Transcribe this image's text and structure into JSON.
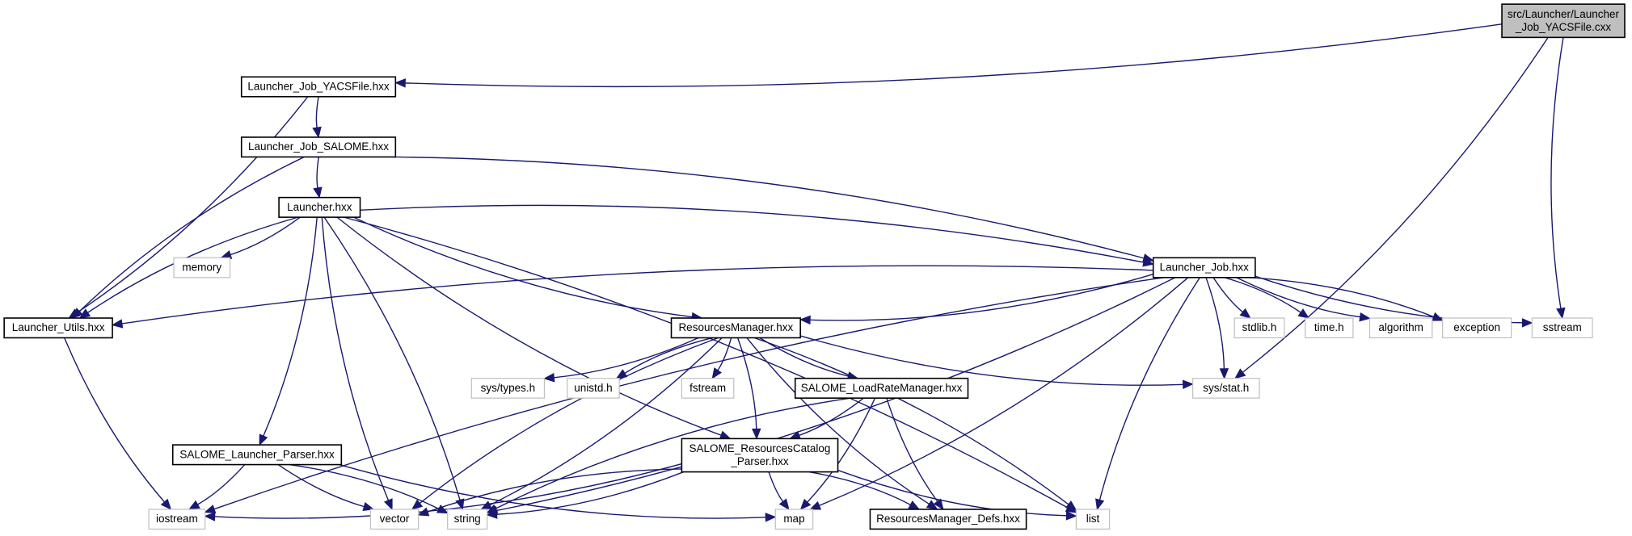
{
  "diagram": {
    "type": "include-dependency-graph",
    "colors": {
      "edge": "#191970",
      "root_fill": "#bfbfbf",
      "project_border": "#000000",
      "system_border": "#bfbfbf",
      "node_fill": "#ffffff"
    },
    "nodes": [
      {
        "id": "root",
        "kind": "root",
        "lines": [
          "src/Launcher/Launcher",
          "_Job_YACSFile.cxx"
        ]
      },
      {
        "id": "job_yacsfile_hxx",
        "kind": "project",
        "lines": [
          "Launcher_Job_YACSFile.hxx"
        ]
      },
      {
        "id": "job_salome_hxx",
        "kind": "project",
        "lines": [
          "Launcher_Job_SALOME.hxx"
        ]
      },
      {
        "id": "launcher_hxx",
        "kind": "project",
        "lines": [
          "Launcher.hxx"
        ]
      },
      {
        "id": "launcher_job_hxx",
        "kind": "project",
        "lines": [
          "Launcher_Job.hxx"
        ]
      },
      {
        "id": "launcher_utils_hxx",
        "kind": "project",
        "lines": [
          "Launcher_Utils.hxx"
        ]
      },
      {
        "id": "memory",
        "kind": "system",
        "lines": [
          "memory"
        ]
      },
      {
        "id": "resources_manager_hxx",
        "kind": "project",
        "lines": [
          "ResourcesManager.hxx"
        ]
      },
      {
        "id": "stdlib_h",
        "kind": "system",
        "lines": [
          "stdlib.h"
        ]
      },
      {
        "id": "time_h",
        "kind": "system",
        "lines": [
          "time.h"
        ]
      },
      {
        "id": "algorithm",
        "kind": "system",
        "lines": [
          "algorithm"
        ]
      },
      {
        "id": "exception",
        "kind": "system",
        "lines": [
          "exception"
        ]
      },
      {
        "id": "sstream",
        "kind": "system",
        "lines": [
          "sstream"
        ]
      },
      {
        "id": "sys_types_h",
        "kind": "system",
        "lines": [
          "sys/types.h"
        ]
      },
      {
        "id": "unistd_h",
        "kind": "system",
        "lines": [
          "unistd.h"
        ]
      },
      {
        "id": "fstream",
        "kind": "system",
        "lines": [
          "fstream"
        ]
      },
      {
        "id": "load_rate_manager_hxx",
        "kind": "project",
        "lines": [
          "SALOME_LoadRateManager.hxx"
        ]
      },
      {
        "id": "sys_stat_h",
        "kind": "system",
        "lines": [
          "sys/stat.h"
        ]
      },
      {
        "id": "launcher_parser_hxx",
        "kind": "project",
        "lines": [
          "SALOME_Launcher_Parser.hxx"
        ]
      },
      {
        "id": "catalog_parser_hxx",
        "kind": "project",
        "lines": [
          "SALOME_ResourcesCatalog",
          "_Parser.hxx"
        ]
      },
      {
        "id": "iostream",
        "kind": "system",
        "lines": [
          "iostream"
        ]
      },
      {
        "id": "vector",
        "kind": "system",
        "lines": [
          "vector"
        ]
      },
      {
        "id": "string",
        "kind": "system",
        "lines": [
          "string"
        ]
      },
      {
        "id": "map",
        "kind": "system",
        "lines": [
          "map"
        ]
      },
      {
        "id": "resources_manager_defs_hxx",
        "kind": "project",
        "lines": [
          "ResourcesManager_Defs.hxx"
        ]
      },
      {
        "id": "list",
        "kind": "system",
        "lines": [
          "list"
        ]
      }
    ],
    "edges": [
      {
        "from": "root",
        "to": "job_yacsfile_hxx"
      },
      {
        "from": "root",
        "to": "sstream"
      },
      {
        "from": "root",
        "to": "sys_stat_h"
      },
      {
        "from": "job_yacsfile_hxx",
        "to": "job_salome_hxx"
      },
      {
        "from": "job_yacsfile_hxx",
        "to": "launcher_utils_hxx"
      },
      {
        "from": "job_salome_hxx",
        "to": "launcher_hxx"
      },
      {
        "from": "job_salome_hxx",
        "to": "launcher_job_hxx"
      },
      {
        "from": "job_salome_hxx",
        "to": "launcher_utils_hxx"
      },
      {
        "from": "launcher_hxx",
        "to": "launcher_job_hxx"
      },
      {
        "from": "launcher_hxx",
        "to": "launcher_utils_hxx"
      },
      {
        "from": "launcher_hxx",
        "to": "memory"
      },
      {
        "from": "launcher_hxx",
        "to": "resources_manager_hxx"
      },
      {
        "from": "launcher_hxx",
        "to": "launcher_parser_hxx"
      },
      {
        "from": "launcher_hxx",
        "to": "catalog_parser_hxx"
      },
      {
        "from": "launcher_hxx",
        "to": "string"
      },
      {
        "from": "launcher_hxx",
        "to": "vector"
      },
      {
        "from": "launcher_hxx",
        "to": "list"
      },
      {
        "from": "launcher_job_hxx",
        "to": "launcher_utils_hxx"
      },
      {
        "from": "launcher_job_hxx",
        "to": "resources_manager_hxx"
      },
      {
        "from": "launcher_job_hxx",
        "to": "stdlib_h"
      },
      {
        "from": "launcher_job_hxx",
        "to": "time_h"
      },
      {
        "from": "launcher_job_hxx",
        "to": "algorithm"
      },
      {
        "from": "launcher_job_hxx",
        "to": "exception"
      },
      {
        "from": "launcher_job_hxx",
        "to": "sstream"
      },
      {
        "from": "launcher_job_hxx",
        "to": "sys_stat_h"
      },
      {
        "from": "launcher_job_hxx",
        "to": "iostream"
      },
      {
        "from": "launcher_job_hxx",
        "to": "string"
      },
      {
        "from": "launcher_job_hxx",
        "to": "list"
      },
      {
        "from": "launcher_job_hxx",
        "to": "map"
      },
      {
        "from": "launcher_utils_hxx",
        "to": "iostream"
      },
      {
        "from": "resources_manager_hxx",
        "to": "sys_types_h"
      },
      {
        "from": "resources_manager_hxx",
        "to": "unistd_h"
      },
      {
        "from": "resources_manager_hxx",
        "to": "fstream"
      },
      {
        "from": "resources_manager_hxx",
        "to": "load_rate_manager_hxx"
      },
      {
        "from": "resources_manager_hxx",
        "to": "catalog_parser_hxx"
      },
      {
        "from": "resources_manager_hxx",
        "to": "sys_stat_h"
      },
      {
        "from": "resources_manager_hxx",
        "to": "string"
      },
      {
        "from": "resources_manager_hxx",
        "to": "vector"
      },
      {
        "from": "resources_manager_hxx",
        "to": "list"
      },
      {
        "from": "resources_manager_hxx",
        "to": "resources_manager_defs_hxx"
      },
      {
        "from": "load_rate_manager_hxx",
        "to": "catalog_parser_hxx"
      },
      {
        "from": "load_rate_manager_hxx",
        "to": "string"
      },
      {
        "from": "load_rate_manager_hxx",
        "to": "map"
      },
      {
        "from": "load_rate_manager_hxx",
        "to": "resources_manager_defs_hxx"
      },
      {
        "from": "launcher_parser_hxx",
        "to": "iostream"
      },
      {
        "from": "launcher_parser_hxx",
        "to": "vector"
      },
      {
        "from": "launcher_parser_hxx",
        "to": "string"
      },
      {
        "from": "launcher_parser_hxx",
        "to": "map"
      },
      {
        "from": "catalog_parser_hxx",
        "to": "iostream"
      },
      {
        "from": "catalog_parser_hxx",
        "to": "vector"
      },
      {
        "from": "catalog_parser_hxx",
        "to": "string"
      },
      {
        "from": "catalog_parser_hxx",
        "to": "map"
      },
      {
        "from": "catalog_parser_hxx",
        "to": "resources_manager_defs_hxx"
      },
      {
        "from": "catalog_parser_hxx",
        "to": "list"
      }
    ]
  }
}
